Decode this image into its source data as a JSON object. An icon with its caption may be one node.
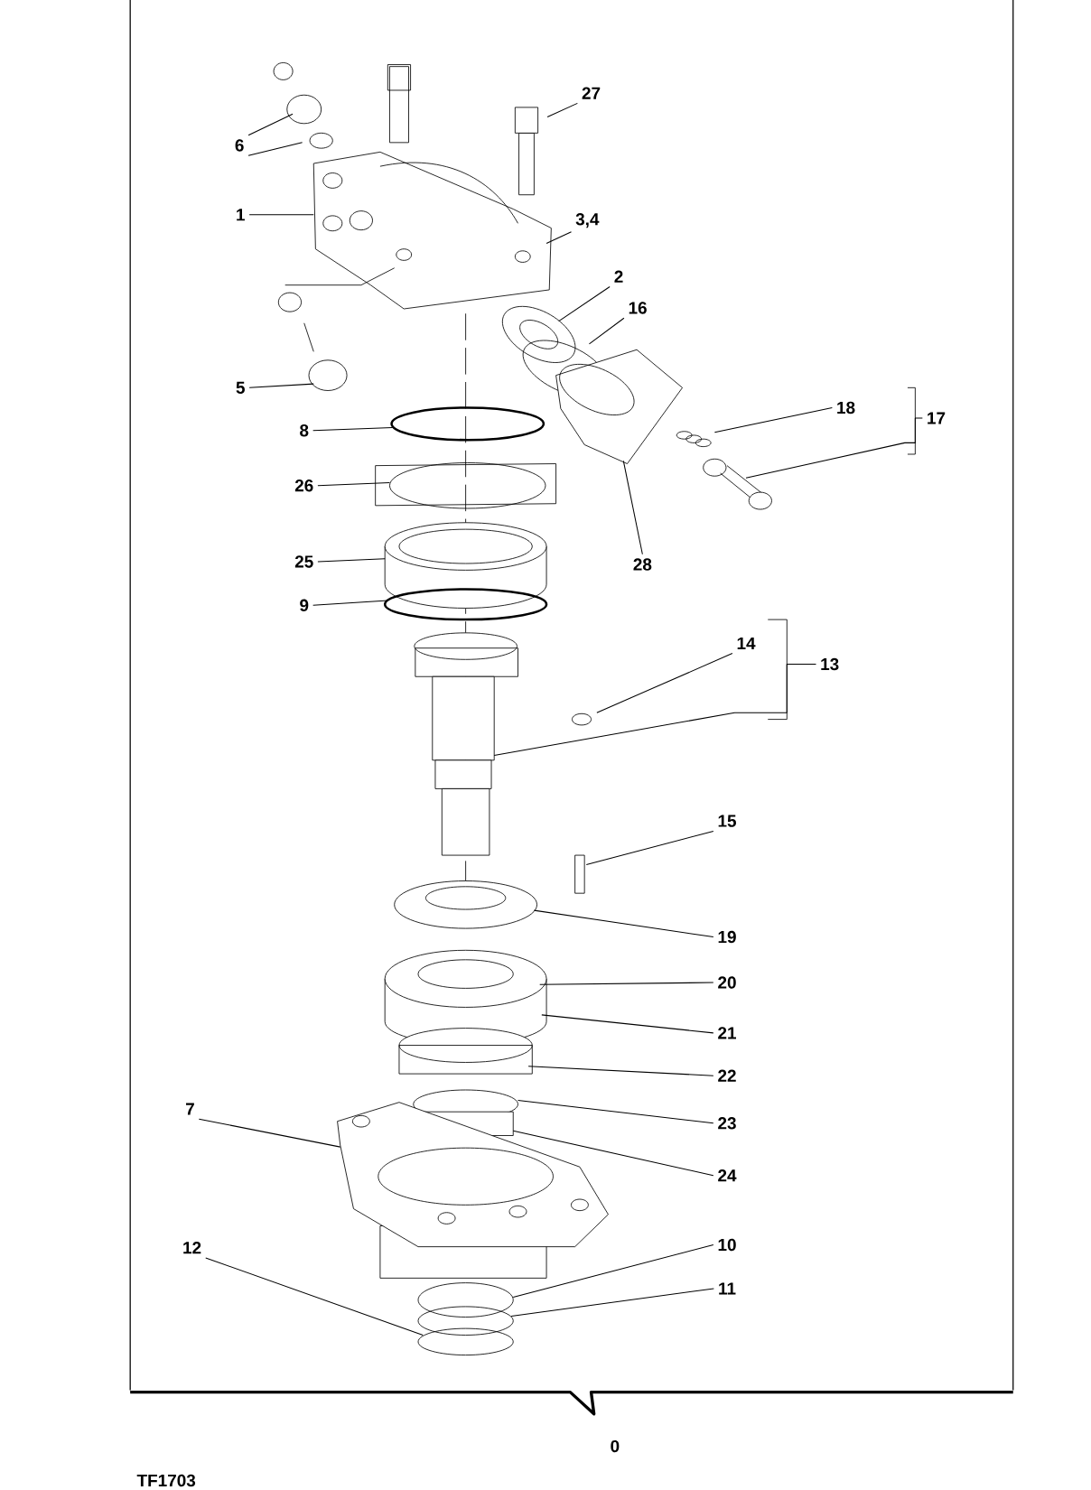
{
  "diagram": {
    "nodes": [
      {
        "text": [
          "27"
        ]
      },
      {
        "text": [
          "6"
        ]
      },
      {
        "text": [
          "1"
        ]
      },
      {
        "text": [
          "3,4"
        ]
      },
      {
        "text": [
          "2"
        ]
      },
      {
        "text": [
          "16"
        ]
      },
      {
        "text": [
          "5"
        ]
      },
      {
        "text": [
          "18"
        ]
      },
      {
        "text": [
          "17"
        ]
      },
      {
        "text": [
          "8"
        ]
      },
      {
        "text": [
          "26"
        ]
      },
      {
        "text": [
          "25"
        ]
      },
      {
        "text": [
          "28"
        ]
      },
      {
        "text": [
          "9"
        ]
      },
      {
        "text": [
          "14"
        ]
      },
      {
        "text": [
          "13"
        ]
      },
      {
        "text": [
          "15"
        ]
      },
      {
        "text": [
          "7"
        ]
      },
      {
        "text": [
          "19"
        ]
      },
      {
        "text": [
          "20"
        ]
      },
      {
        "text": [
          "21"
        ]
      },
      {
        "text": [
          "22"
        ]
      },
      {
        "text": [
          "23"
        ]
      },
      {
        "text": [
          "24"
        ]
      },
      {
        "text": [
          "12"
        ]
      },
      {
        "text": [
          "10"
        ]
      },
      {
        "text": [
          "11"
        ]
      }
    ],
    "edges": [
      {
        "from": 0,
        "to": null,
        "arrow": "none"
      },
      {
        "from": 1,
        "to": null,
        "arrow": "none"
      },
      {
        "from": 1,
        "to": null,
        "arrow": "none"
      },
      {
        "from": 2,
        "to": null,
        "arrow": "none"
      },
      {
        "from": 3,
        "to": null,
        "arrow": "none"
      },
      {
        "from": 4,
        "to": null,
        "arrow": "none"
      },
      {
        "from": 5,
        "to": null,
        "arrow": "none"
      },
      {
        "from": 6,
        "to": null,
        "arrow": "none"
      },
      {
        "from": 7,
        "to": null,
        "arrow": "none"
      },
      {
        "from": 8,
        "to": null,
        "arrow": "none"
      },
      {
        "from": 9,
        "to": null,
        "arrow": "none"
      },
      {
        "from": 10,
        "to": null,
        "arrow": "none"
      },
      {
        "from": 11,
        "to": null,
        "arrow": "none"
      },
      {
        "from": 12,
        "to": null,
        "arrow": "none"
      },
      {
        "from": 13,
        "to": null,
        "arrow": "none"
      },
      {
        "from": 14,
        "to": null,
        "arrow": "none"
      },
      {
        "from": 15,
        "to": null,
        "arrow": "none"
      },
      {
        "from": 16,
        "to": null,
        "arrow": "none"
      },
      {
        "from": 17,
        "to": null,
        "arrow": "none"
      },
      {
        "from": 18,
        "to": null,
        "arrow": "none"
      },
      {
        "from": 19,
        "to": null,
        "arrow": "none"
      },
      {
        "from": 20,
        "to": null,
        "arrow": "none"
      },
      {
        "from": 21,
        "to": null,
        "arrow": "none"
      },
      {
        "from": 22,
        "to": null,
        "arrow": "none"
      },
      {
        "from": 23,
        "to": null,
        "arrow": "none"
      },
      {
        "from": 24,
        "to": null,
        "arrow": "none"
      },
      {
        "from": 25,
        "to": null,
        "arrow": "none"
      },
      {
        "from": 26,
        "to": null,
        "arrow": "none"
      }
    ],
    "labels": [
      "0",
      "TF1703"
    ]
  }
}
